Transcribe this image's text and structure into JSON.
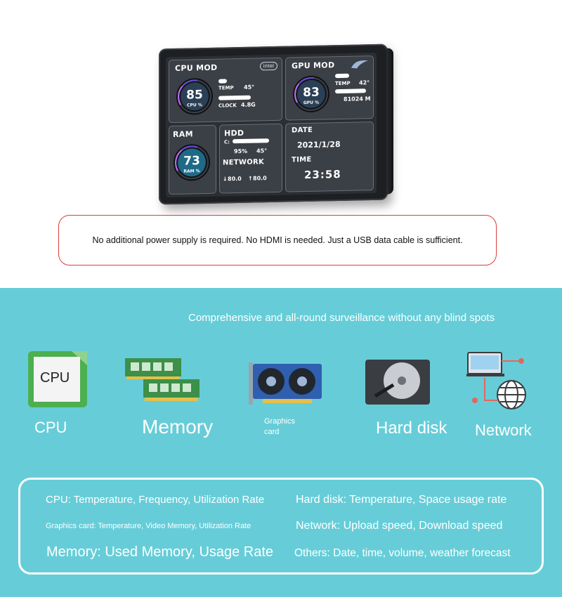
{
  "device": {
    "cpu": {
      "title": "CPU MOD",
      "brand": "intel",
      "value": "85",
      "unit": "CPU %",
      "temp_label": "TEMP",
      "temp_value": "45°",
      "clock_label": "CLOCK",
      "clock_value": "4.8G"
    },
    "gpu": {
      "title": "GPU MOD",
      "value": "83",
      "unit": "GPU %",
      "temp_label": "TEMP",
      "temp_value": "42°",
      "memory_value": "81024 M"
    },
    "ram": {
      "title": "RAM",
      "value": "73",
      "unit": "RAM %"
    },
    "hdd": {
      "title": "HDD",
      "drive": "C:",
      "usage": "95%",
      "temp": "45°",
      "network_label": "NETWORK",
      "down": "80.0",
      "up": "80.0"
    },
    "datetime": {
      "date_label": "DATE",
      "date_value": "2021/1/28",
      "time_label": "TIME",
      "time_value": "23:58"
    }
  },
  "caption": "No additional power supply is required. No HDMI is needed. Just a USB data cable is sufficient.",
  "headline": "Comprehensive and all-round surveillance without any blind spots",
  "features": {
    "cpu_chip_text": "CPU",
    "cpu": "CPU",
    "memory": "Memory",
    "graphics_line1": "Graphics",
    "graphics_line2": "card",
    "hard_disk": "Hard disk",
    "network": "Network"
  },
  "info": {
    "cpu": "CPU: Temperature, Frequency, Utilization Rate",
    "hard_disk": "Hard disk: Temperature, Space usage rate",
    "graphics": "Graphics card: Temperature, Video Memory, Utilization Rate",
    "network": "Network: Upload speed, Download speed",
    "memory": "Memory: Used Memory, Usage Rate",
    "others": "Others: Date, time, volume, weather forecast"
  },
  "colors": {
    "cyan_background": "#66cdd8",
    "caption_border": "#d9403b",
    "cpu_chip_green": "#4caf50",
    "memory_green": "#3d8f4a",
    "gpu_blue": "#2f5fb0",
    "network_coral": "#e0685e"
  }
}
